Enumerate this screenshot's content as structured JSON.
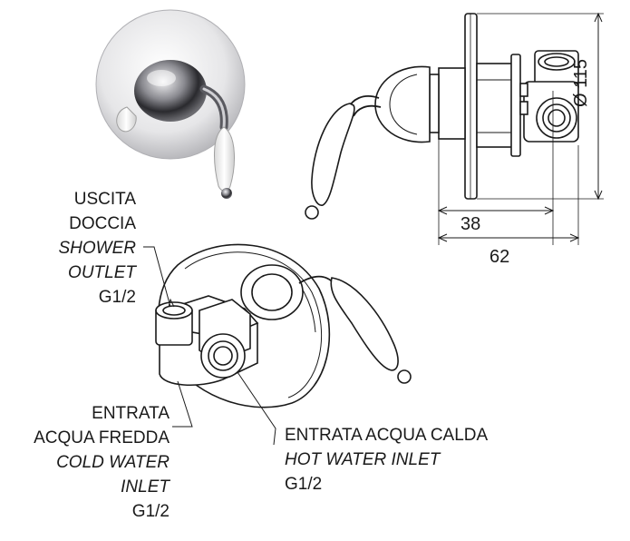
{
  "shower_outlet": {
    "line1": "USCITA",
    "line2": "DOCCIA",
    "line3": "SHOWER",
    "line4": "OUTLET",
    "size": "G1/2"
  },
  "cold_water_inlet": {
    "line1": "ENTRATA",
    "line2": "ACQUA FREDDA",
    "line3": "COLD WATER",
    "line4": "INLET",
    "size": "G1/2"
  },
  "hot_water_inlet": {
    "line1": "ENTRATA ACQUA CALDA",
    "line2": "HOT WATER INLET",
    "size": "G1/2"
  },
  "dimensions": {
    "diameter": "Ø 115",
    "depth_short": "38",
    "depth_total": "62"
  }
}
